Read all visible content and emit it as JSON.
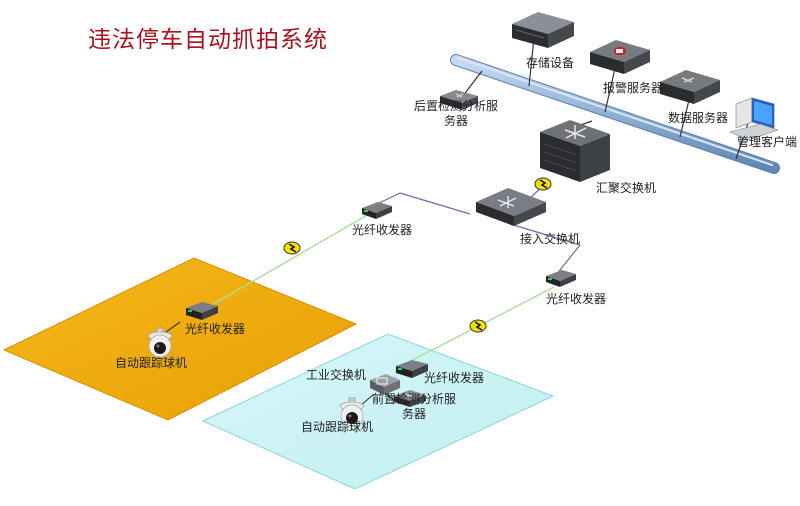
{
  "title": "违法停车自动抓拍系统",
  "labels": {
    "storage": "存储设备",
    "alarm_server": "报警服务器",
    "data_server": "数据服务器",
    "mgmt_client": "管理客户端",
    "rear_server": "后置检测分析服务器",
    "agg_switch": "汇聚交换机",
    "access_switch": "接入交换机",
    "fiber_top": "光纤收发器",
    "fiber_right": "光纤收发器",
    "fiber_left_zone": "光纤收发器",
    "ptz_left": "自动跟踪球机",
    "industrial_switch": "工业交换机",
    "fiber_blue_zone": "光纤收发器",
    "front_server": "前置检测分析服务器",
    "ptz_right": "自动跟踪球机"
  },
  "colors": {
    "title": "#a8121e",
    "backbone": "#8fb0d4",
    "zone_orange": "#f2ae0e",
    "zone_blue": "#cdf3f5",
    "fiber_link": "#a9df97",
    "copper_link": "#6e6ea8"
  },
  "icons": {
    "lightning": "lightning-arrester-icon",
    "server": "server-icon",
    "switch": "switch-icon",
    "camera": "ptz-camera-icon",
    "pc": "computer-icon"
  }
}
